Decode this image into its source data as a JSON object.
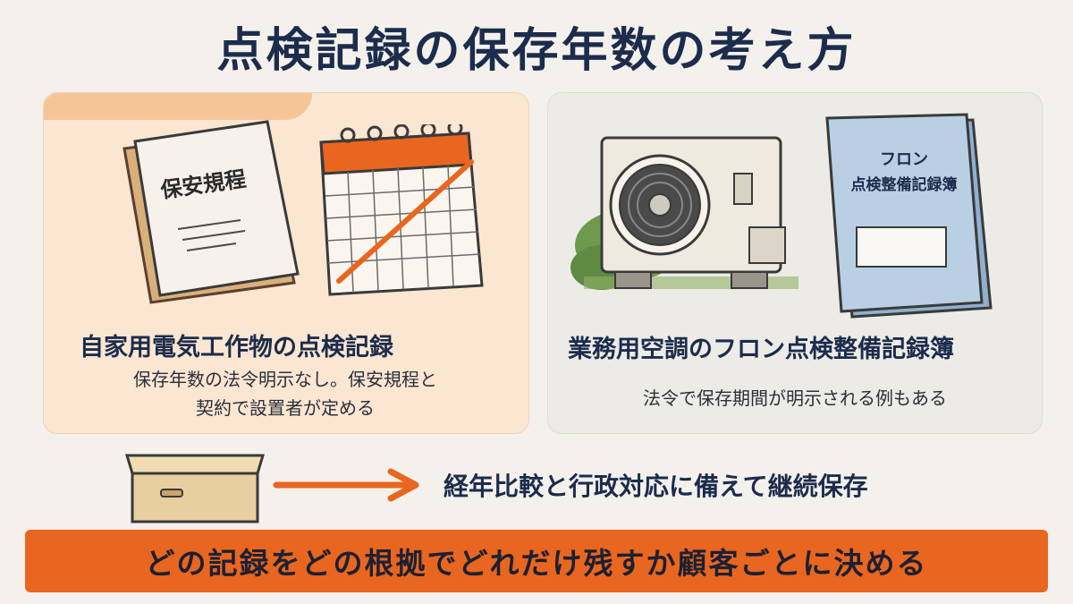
{
  "title": "点検記録の保存年数の考え方",
  "left_panel": {
    "book_label": "保安規程",
    "heading": "自家用電気工作物の点検記録",
    "subtext_line1": "保存年数の法令明示なし。保安規程と",
    "subtext_line2": "契約で設置者が定める"
  },
  "right_panel": {
    "binder_label_line1": "フロン",
    "binder_label_line2": "点検整備記録簿",
    "heading": "業務用空調のフロン点検整備記録簿",
    "subtext": "法令で保存期間が明示される例もある"
  },
  "storage_row": {
    "text": "経年比較と行政対応に備えて継続保存"
  },
  "bottom_banner": {
    "text": "どの記録をどの根拠でどれだけ残すか顧客ごとに決める"
  },
  "colors": {
    "accent_orange": "#e8661f",
    "navy_text": "#1c2c4c",
    "left_panel_bg": "#fbe6d2",
    "right_panel_bg": "#ecebe6"
  }
}
